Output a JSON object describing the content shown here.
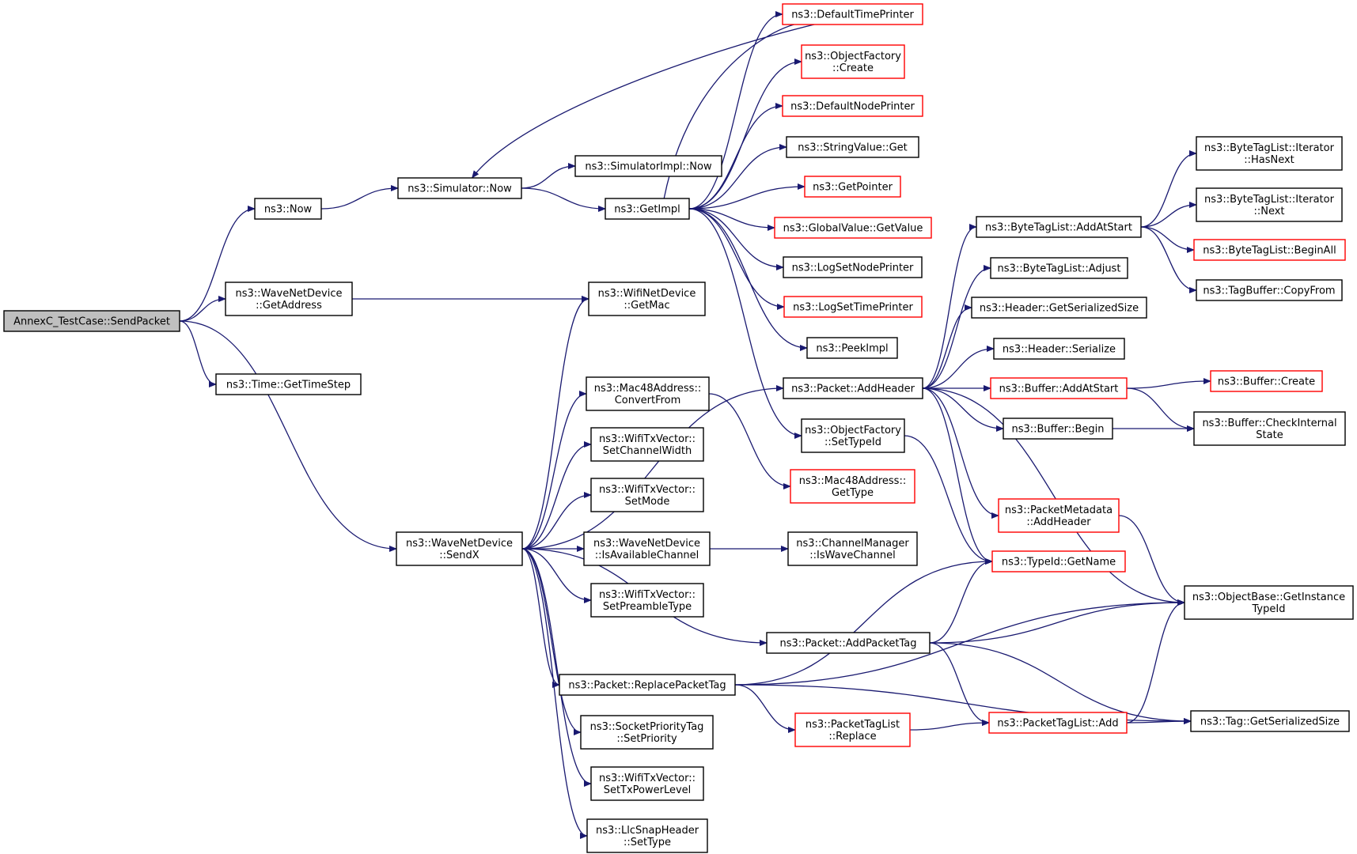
{
  "diagram": {
    "type": "call-graph",
    "colors": {
      "edge": "#191970",
      "normal_border": "#000000",
      "truncated_border": "#ff0000",
      "root_fill": "#bfbfbf"
    },
    "nodes": [
      {
        "id": "send-packet",
        "lines": [
          "AnnexC_TestCase::SendPacket"
        ],
        "style": "root"
      },
      {
        "id": "now",
        "lines": [
          "ns3::Now"
        ],
        "style": "normal"
      },
      {
        "id": "wave-get-address",
        "lines": [
          "ns3::WaveNetDevice",
          "::GetAddress"
        ],
        "style": "normal"
      },
      {
        "id": "time-get-time-step",
        "lines": [
          "ns3::Time::GetTimeStep"
        ],
        "style": "normal"
      },
      {
        "id": "simulator-now",
        "lines": [
          "ns3::Simulator::Now"
        ],
        "style": "normal"
      },
      {
        "id": "simulator-impl-now",
        "lines": [
          "ns3::SimulatorImpl::Now"
        ],
        "style": "normal"
      },
      {
        "id": "get-impl",
        "lines": [
          "ns3::GetImpl"
        ],
        "style": "normal"
      },
      {
        "id": "default-time-printer",
        "lines": [
          "ns3::DefaultTimePrinter"
        ],
        "style": "red"
      },
      {
        "id": "object-factory-create",
        "lines": [
          "ns3::ObjectFactory",
          "::Create"
        ],
        "style": "red"
      },
      {
        "id": "default-node-printer",
        "lines": [
          "ns3::DefaultNodePrinter"
        ],
        "style": "red"
      },
      {
        "id": "string-value-get",
        "lines": [
          "ns3::StringValue::Get"
        ],
        "style": "normal"
      },
      {
        "id": "get-pointer",
        "lines": [
          "ns3::GetPointer"
        ],
        "style": "red"
      },
      {
        "id": "global-value-get-value",
        "lines": [
          "ns3::GlobalValue::GetValue"
        ],
        "style": "red"
      },
      {
        "id": "log-set-node-printer",
        "lines": [
          "ns3::LogSetNodePrinter"
        ],
        "style": "normal"
      },
      {
        "id": "log-set-time-printer",
        "lines": [
          "ns3::LogSetTimePrinter"
        ],
        "style": "red"
      },
      {
        "id": "peek-impl",
        "lines": [
          "ns3::PeekImpl"
        ],
        "style": "normal"
      },
      {
        "id": "wifi-get-mac",
        "lines": [
          "ns3::WifiNetDevice",
          "::GetMac"
        ],
        "style": "normal"
      },
      {
        "id": "packet-add-header",
        "lines": [
          "ns3::Packet::AddHeader"
        ],
        "style": "normal"
      },
      {
        "id": "object-factory-set-type-id",
        "lines": [
          "ns3::ObjectFactory",
          "::SetTypeId"
        ],
        "style": "normal"
      },
      {
        "id": "mac48-convert-from",
        "lines": [
          "ns3::Mac48Address::",
          "ConvertFrom"
        ],
        "style": "normal"
      },
      {
        "id": "mac48-get-type",
        "lines": [
          "ns3::Mac48Address::",
          "GetType"
        ],
        "style": "red"
      },
      {
        "id": "wifi-set-channel-width",
        "lines": [
          "ns3::WifiTxVector::",
          "SetChannelWidth"
        ],
        "style": "normal"
      },
      {
        "id": "wifi-set-mode",
        "lines": [
          "ns3::WifiTxVector::",
          "SetMode"
        ],
        "style": "normal"
      },
      {
        "id": "wave-send-x",
        "lines": [
          "ns3::WaveNetDevice",
          "::SendX"
        ],
        "style": "normal"
      },
      {
        "id": "wave-is-available-channel",
        "lines": [
          "ns3::WaveNetDevice",
          "::IsAvailableChannel"
        ],
        "style": "normal"
      },
      {
        "id": "channel-manager-is-wave-channel",
        "lines": [
          "ns3::ChannelManager",
          "::IsWaveChannel"
        ],
        "style": "normal"
      },
      {
        "id": "wifi-set-preamble-type",
        "lines": [
          "ns3::WifiTxVector::",
          "SetPreambleType"
        ],
        "style": "normal"
      },
      {
        "id": "packet-add-packet-tag",
        "lines": [
          "ns3::Packet::AddPacketTag"
        ],
        "style": "normal"
      },
      {
        "id": "packet-replace-packet-tag",
        "lines": [
          "ns3::Packet::ReplacePacketTag"
        ],
        "style": "normal"
      },
      {
        "id": "socket-priority-set-priority",
        "lines": [
          "ns3::SocketPriorityTag",
          "::SetPriority"
        ],
        "style": "normal"
      },
      {
        "id": "wifi-set-tx-power-level",
        "lines": [
          "ns3::WifiTxVector::",
          "SetTxPowerLevel"
        ],
        "style": "normal"
      },
      {
        "id": "llc-snap-set-type",
        "lines": [
          "ns3::LlcSnapHeader",
          "::SetType"
        ],
        "style": "normal"
      },
      {
        "id": "packet-tag-list-replace",
        "lines": [
          "ns3::PacketTagList",
          "::Replace"
        ],
        "style": "red"
      },
      {
        "id": "packet-tag-list-add",
        "lines": [
          "ns3::PacketTagList::Add"
        ],
        "style": "red"
      },
      {
        "id": "tag-get-serialized-size",
        "lines": [
          "ns3::Tag::GetSerializedSize"
        ],
        "style": "normal"
      },
      {
        "id": "object-base-get-instance-type-id",
        "lines": [
          "ns3::ObjectBase::GetInstance",
          "TypeId"
        ],
        "style": "normal"
      },
      {
        "id": "type-id-get-name",
        "lines": [
          "ns3::TypeId::GetName"
        ],
        "style": "red"
      },
      {
        "id": "packet-metadata-add-header",
        "lines": [
          "ns3::PacketMetadata",
          "::AddHeader"
        ],
        "style": "red"
      },
      {
        "id": "byte-tag-list-add-at-start",
        "lines": [
          "ns3::ByteTagList::AddAtStart"
        ],
        "style": "normal"
      },
      {
        "id": "byte-tag-list-adjust",
        "lines": [
          "ns3::ByteTagList::Adjust"
        ],
        "style": "normal"
      },
      {
        "id": "header-get-serialized-size",
        "lines": [
          "ns3::Header::GetSerializedSize"
        ],
        "style": "normal"
      },
      {
        "id": "header-serialize",
        "lines": [
          "ns3::Header::Serialize"
        ],
        "style": "normal"
      },
      {
        "id": "buffer-add-at-start",
        "lines": [
          "ns3::Buffer::AddAtStart"
        ],
        "style": "red"
      },
      {
        "id": "buffer-begin",
        "lines": [
          "ns3::Buffer::Begin"
        ],
        "style": "normal"
      },
      {
        "id": "buffer-create",
        "lines": [
          "ns3::Buffer::Create"
        ],
        "style": "red"
      },
      {
        "id": "buffer-check-internal-state",
        "lines": [
          "ns3::Buffer::CheckInternal",
          "State"
        ],
        "style": "normal"
      },
      {
        "id": "byte-tag-iterator-has-next",
        "lines": [
          "ns3::ByteTagList::Iterator",
          "::HasNext"
        ],
        "style": "normal"
      },
      {
        "id": "byte-tag-iterator-next",
        "lines": [
          "ns3::ByteTagList::Iterator",
          "::Next"
        ],
        "style": "normal"
      },
      {
        "id": "byte-tag-list-begin-all",
        "lines": [
          "ns3::ByteTagList::BeginAll"
        ],
        "style": "red"
      },
      {
        "id": "tag-buffer-copy-from",
        "lines": [
          "ns3::TagBuffer::CopyFrom"
        ],
        "style": "normal"
      }
    ],
    "edges": [
      [
        "send-packet",
        "now"
      ],
      [
        "send-packet",
        "wave-get-address"
      ],
      [
        "send-packet",
        "time-get-time-step"
      ],
      [
        "send-packet",
        "wave-send-x"
      ],
      [
        "now",
        "simulator-now"
      ],
      [
        "simulator-now",
        "simulator-impl-now"
      ],
      [
        "simulator-now",
        "get-impl"
      ],
      [
        "get-impl",
        "default-time-printer"
      ],
      [
        "get-impl",
        "object-factory-create"
      ],
      [
        "get-impl",
        "default-node-printer"
      ],
      [
        "get-impl",
        "string-value-get"
      ],
      [
        "get-impl",
        "get-pointer"
      ],
      [
        "get-impl",
        "global-value-get-value"
      ],
      [
        "get-impl",
        "log-set-node-printer"
      ],
      [
        "get-impl",
        "log-set-time-printer"
      ],
      [
        "get-impl",
        "peek-impl"
      ],
      [
        "get-impl",
        "object-factory-set-type-id"
      ],
      [
        "get-impl",
        "simulator-now"
      ],
      [
        "wave-get-address",
        "wifi-get-mac"
      ],
      [
        "wave-send-x",
        "wifi-get-mac"
      ],
      [
        "wave-send-x",
        "packet-add-header"
      ],
      [
        "wave-send-x",
        "mac48-convert-from"
      ],
      [
        "wave-send-x",
        "wifi-set-channel-width"
      ],
      [
        "wave-send-x",
        "wifi-set-mode"
      ],
      [
        "wave-send-x",
        "wave-is-available-channel"
      ],
      [
        "wave-send-x",
        "wifi-set-preamble-type"
      ],
      [
        "wave-send-x",
        "packet-add-packet-tag"
      ],
      [
        "wave-send-x",
        "packet-replace-packet-tag"
      ],
      [
        "wave-send-x",
        "socket-priority-set-priority"
      ],
      [
        "wave-send-x",
        "wifi-set-tx-power-level"
      ],
      [
        "wave-send-x",
        "llc-snap-set-type"
      ],
      [
        "mac48-convert-from",
        "mac48-get-type"
      ],
      [
        "wave-is-available-channel",
        "channel-manager-is-wave-channel"
      ],
      [
        "object-factory-set-type-id",
        "type-id-get-name"
      ],
      [
        "packet-add-header",
        "byte-tag-list-add-at-start"
      ],
      [
        "packet-add-header",
        "byte-tag-list-adjust"
      ],
      [
        "packet-add-header",
        "header-get-serialized-size"
      ],
      [
        "packet-add-header",
        "header-serialize"
      ],
      [
        "packet-add-header",
        "buffer-add-at-start"
      ],
      [
        "packet-add-header",
        "buffer-begin"
      ],
      [
        "packet-add-header",
        "packet-metadata-add-header"
      ],
      [
        "packet-add-header",
        "type-id-get-name"
      ],
      [
        "packet-add-header",
        "object-base-get-instance-type-id"
      ],
      [
        "byte-tag-list-add-at-start",
        "byte-tag-iterator-has-next"
      ],
      [
        "byte-tag-list-add-at-start",
        "byte-tag-iterator-next"
      ],
      [
        "byte-tag-list-add-at-start",
        "byte-tag-list-begin-all"
      ],
      [
        "byte-tag-list-add-at-start",
        "tag-buffer-copy-from"
      ],
      [
        "buffer-add-at-start",
        "buffer-create"
      ],
      [
        "buffer-add-at-start",
        "buffer-check-internal-state"
      ],
      [
        "buffer-begin",
        "buffer-check-internal-state"
      ],
      [
        "packet-metadata-add-header",
        "object-base-get-instance-type-id"
      ],
      [
        "packet-add-packet-tag",
        "type-id-get-name"
      ],
      [
        "packet-add-packet-tag",
        "object-base-get-instance-type-id"
      ],
      [
        "packet-add-packet-tag",
        "packet-tag-list-add"
      ],
      [
        "packet-add-packet-tag",
        "tag-get-serialized-size"
      ],
      [
        "packet-replace-packet-tag",
        "type-id-get-name"
      ],
      [
        "packet-replace-packet-tag",
        "object-base-get-instance-type-id"
      ],
      [
        "packet-replace-packet-tag",
        "packet-tag-list-replace"
      ],
      [
        "packet-replace-packet-tag",
        "tag-get-serialized-size"
      ],
      [
        "packet-tag-list-replace",
        "packet-tag-list-add"
      ],
      [
        "packet-tag-list-add",
        "tag-get-serialized-size"
      ],
      [
        "packet-tag-list-add",
        "object-base-get-instance-type-id"
      ]
    ]
  }
}
